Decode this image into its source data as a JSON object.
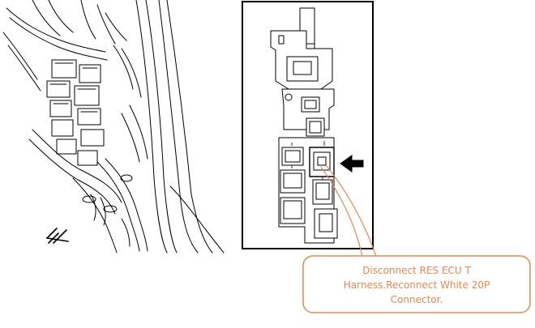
{
  "callout": {
    "lines": [
      "Disconnect RES ECU T",
      "Harness.Reconnect White 20P",
      "Connector."
    ]
  },
  "colors": {
    "line_art": "#000000",
    "callout_border": "#e8884f",
    "callout_fill": "#ffffff",
    "callout_text": "#e8884f",
    "background": "#ffffff"
  },
  "icons": {
    "location_arrow": "left-pointing-arrow-icon",
    "front_marker": "vehicle-front-direction-icon"
  }
}
